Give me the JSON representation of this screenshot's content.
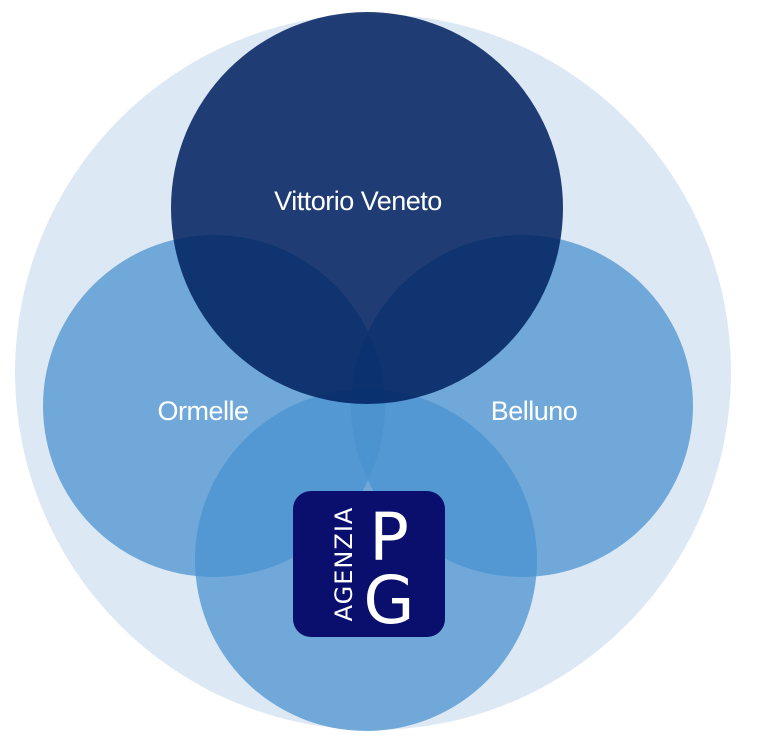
{
  "diagram": {
    "circles": [
      {
        "id": "outer",
        "label": "",
        "color": "#dde8f5"
      },
      {
        "id": "top",
        "label": "Vittorio Veneto",
        "color": "#00215e"
      },
      {
        "id": "left",
        "label": "Ormelle",
        "color": "#4a93cf"
      },
      {
        "id": "right",
        "label": "Belluno",
        "color": "#4a93cf"
      },
      {
        "id": "bottom",
        "label": "",
        "color": "#4a93cf"
      }
    ],
    "logo": {
      "word": "AGENZIA",
      "letter_top": "P",
      "letter_bottom": "G",
      "background": "#0a0f6e",
      "text_color": "#ffffff"
    }
  }
}
